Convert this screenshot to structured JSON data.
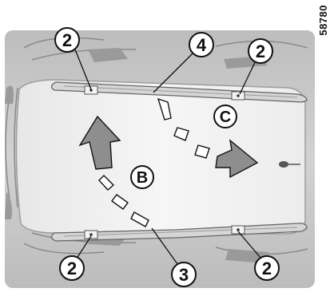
{
  "figure_code": "58780",
  "callouts": {
    "rail_mount_top_left": "2",
    "rail_mount_top_right": "2",
    "rail_mount_bottom_left": "2",
    "rail_mount_bottom_right": "2",
    "top_rail": "4",
    "bottom_rail": "3",
    "zone_b": "B",
    "zone_c": "C"
  },
  "colors": {
    "car_body": "#c9c9c9",
    "roof": "#f1f1f1",
    "arrow": "#8e8e8e",
    "outline": "#111111"
  }
}
